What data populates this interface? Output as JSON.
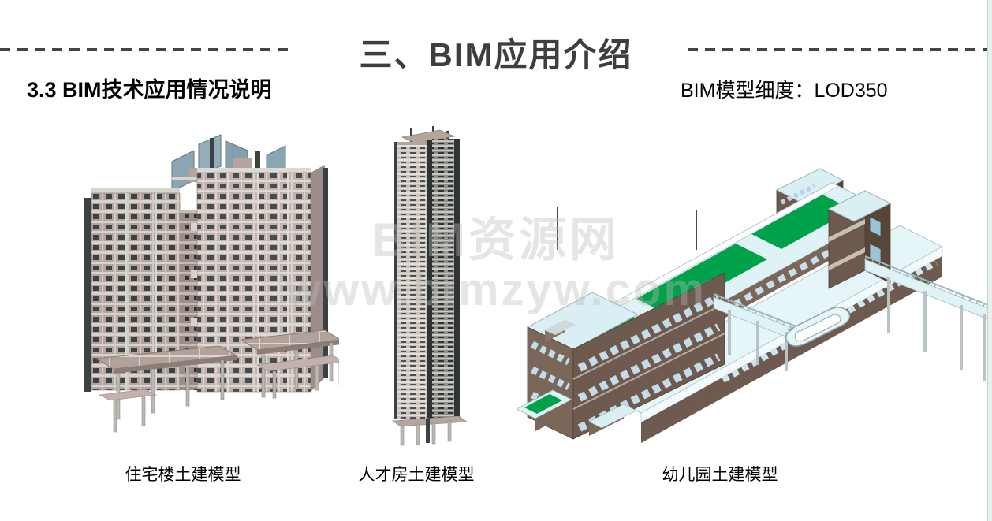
{
  "slide": {
    "title": "三、BIM应用介绍",
    "subtitle": "3.3 BIM技术应用情况说明",
    "lod_note": "BIM模型细度：LOD350",
    "watermark": {
      "line1": "BIM资源网",
      "line2": "www.bimzyw.com"
    },
    "models": [
      {
        "id": "residential-civil-model",
        "caption": "住宅楼土建模型"
      },
      {
        "id": "talent-housing-civil-model",
        "caption": "人才房土建模型"
      },
      {
        "id": "kindergarten-civil-model",
        "caption": "幼儿园土建模型"
      }
    ],
    "colors": {
      "title_text": "#3e3e3e",
      "body_text": "#000000",
      "dash_line": "#434343",
      "watermark": "#e2e2e2",
      "model_slab_mauve": "#b6a49f",
      "model_wall_dark": "#3b4244",
      "model_beam_light": "#d7d4cd",
      "model_glass_blue": "#8ba6b2",
      "kindergarten_roof_green": "#00a14b",
      "kindergarten_deck_cyan": "#dff2f5",
      "kindergarten_wall_brown": "#6d594e",
      "scrollbar_track": "#e9efed"
    }
  }
}
